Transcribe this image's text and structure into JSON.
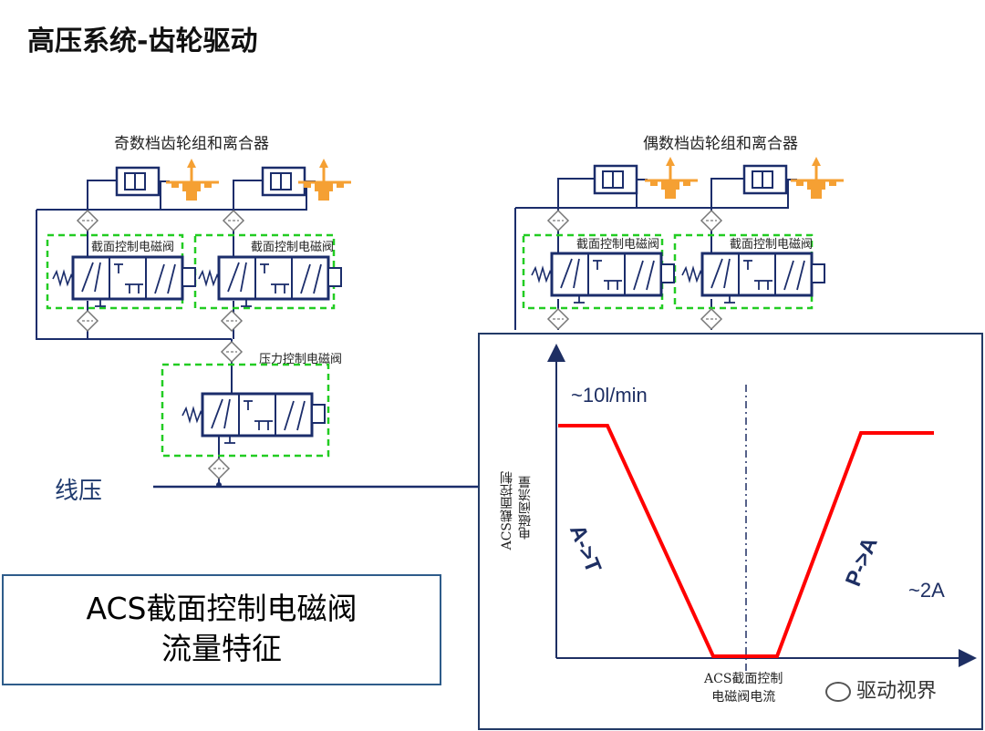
{
  "page": {
    "title": "高压系统-齿轮驱动"
  },
  "diagram": {
    "odd_group_title": "奇数档齿轮组和离合器",
    "even_group_title": "偶数档齿轮组和离合器",
    "cross_section_valve_label": "截面控制电磁阀",
    "pressure_valve_label": "压力控制电磁阀",
    "line_pressure_label": "线压"
  },
  "caption": {
    "line1": "ACS截面控制电磁阀",
    "line2": "流量特征"
  },
  "graph": {
    "flow_label": "~10l/min",
    "y_axis_label_line1": "ACS截面控制",
    "y_axis_label_line2": "电磁阀流量",
    "x_axis_label_line1": "ACS截面控制",
    "x_axis_label_line2": "电磁阀电流",
    "segment_left_label": "A->T",
    "segment_right_label": "P->A",
    "current_label": "~2A",
    "curve_color": "#ff0000",
    "box_color": "#223a66"
  },
  "watermark": {
    "text": "驱动视界"
  }
}
